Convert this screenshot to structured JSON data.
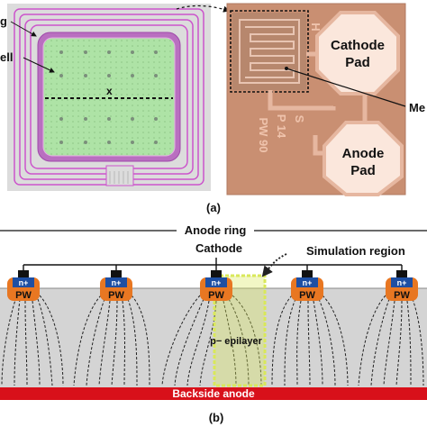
{
  "top": {
    "left_layout": {
      "partial_labels": [
        "g",
        "ell"
      ],
      "section_marker": "x"
    },
    "micrograph": {
      "cathode_pad": [
        "Cathode",
        "Pad"
      ],
      "anode_pad": [
        "Anode",
        "Pad"
      ],
      "chip_text": [
        "PW 90",
        "P 14",
        "S",
        "H"
      ],
      "callout_label": "Me"
    },
    "caption": "(a)"
  },
  "bottom": {
    "anode_ring_label": "Anode ring",
    "cathode_label": "Cathode",
    "simulation_label": "Simulation region",
    "n_plus": "n+",
    "pw": "PW",
    "epilayer_label": "p− epilayer",
    "backside_label": "Backside anode",
    "caption": "(b)"
  },
  "colors": {
    "layout_green": "#a9e0a0",
    "ring_magenta": "#cc55cc",
    "micrograph_bg": "#c98f72",
    "pad_fill": "#fbe7dc",
    "npw_orange": "#e87722",
    "backside_red": "#d8101a",
    "sim_region": "#d9e85a",
    "epi_gray": "#d4d4d4"
  }
}
